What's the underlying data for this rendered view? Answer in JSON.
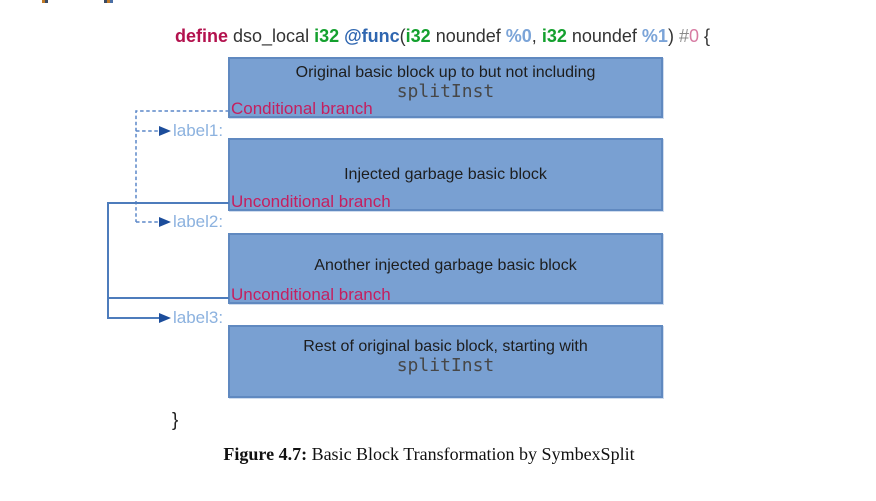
{
  "code_line": {
    "tokens": [
      {
        "text": "define",
        "color": "#b3124e",
        "bold": true
      },
      {
        "text": " dso_local ",
        "color": "#333333",
        "bold": false
      },
      {
        "text": "i32",
        "color": "#14a02e",
        "bold": true
      },
      {
        "text": " ",
        "color": "#333333",
        "bold": false
      },
      {
        "text": "@func",
        "color": "#2f66b0",
        "bold": true
      },
      {
        "text": "(",
        "color": "#333333",
        "bold": false
      },
      {
        "text": "i32",
        "color": "#14a02e",
        "bold": true
      },
      {
        "text": " noundef ",
        "color": "#333333",
        "bold": false
      },
      {
        "text": "%0",
        "color": "#7ba4d8",
        "bold": true
      },
      {
        "text": ", ",
        "color": "#333333",
        "bold": false
      },
      {
        "text": "i32",
        "color": "#14a02e",
        "bold": true
      },
      {
        "text": " noundef ",
        "color": "#333333",
        "bold": false
      },
      {
        "text": "%1",
        "color": "#7ba4d8",
        "bold": true
      },
      {
        "text": ") ",
        "color": "#333333",
        "bold": false
      },
      {
        "text": "#",
        "color": "#8a8a8a",
        "bold": false
      },
      {
        "text": "0",
        "color": "#d77ca3",
        "bold": false
      },
      {
        "text": " {",
        "color": "#333333",
        "bold": false
      }
    ]
  },
  "blocks": [
    {
      "line1": "Original basic block up to but not including",
      "line2_mono": "splitInst",
      "branch_label": "Conditional branch"
    },
    {
      "line1": "Injected garbage basic block",
      "branch_label": "Unconditional branch"
    },
    {
      "line1": "Another injected garbage basic block",
      "branch_label": "Unconditional branch"
    },
    {
      "line1": "Rest of original basic block, starting with",
      "line2_mono": "splitInst"
    }
  ],
  "jump_labels": [
    {
      "text": "label1:"
    },
    {
      "text": "label2:"
    },
    {
      "text": "label3:"
    }
  ],
  "closing_brace": "}",
  "caption": {
    "label": "Figure 4.7:",
    "text": " Basic Block Transformation by SymbexSplit"
  },
  "colors": {
    "box_fill": "#79a0d2",
    "box_border": "#6089c0",
    "box_halo": "#cfdcee",
    "branch_text": "#c51f5f",
    "label_text": "#8cb2df",
    "arrowhead": "#1c4d9b",
    "connector_solid": "#4d7cbc",
    "connector_dashed": "#5b87c8",
    "block_text": "#1d1d1d",
    "mono_text": "#474747",
    "code_plain": "#333333",
    "caption_text": "#111111",
    "artifact_orange": "#c07a28",
    "artifact_dark": "#3a4a63",
    "artifact_blue": "#4a6fa5"
  }
}
